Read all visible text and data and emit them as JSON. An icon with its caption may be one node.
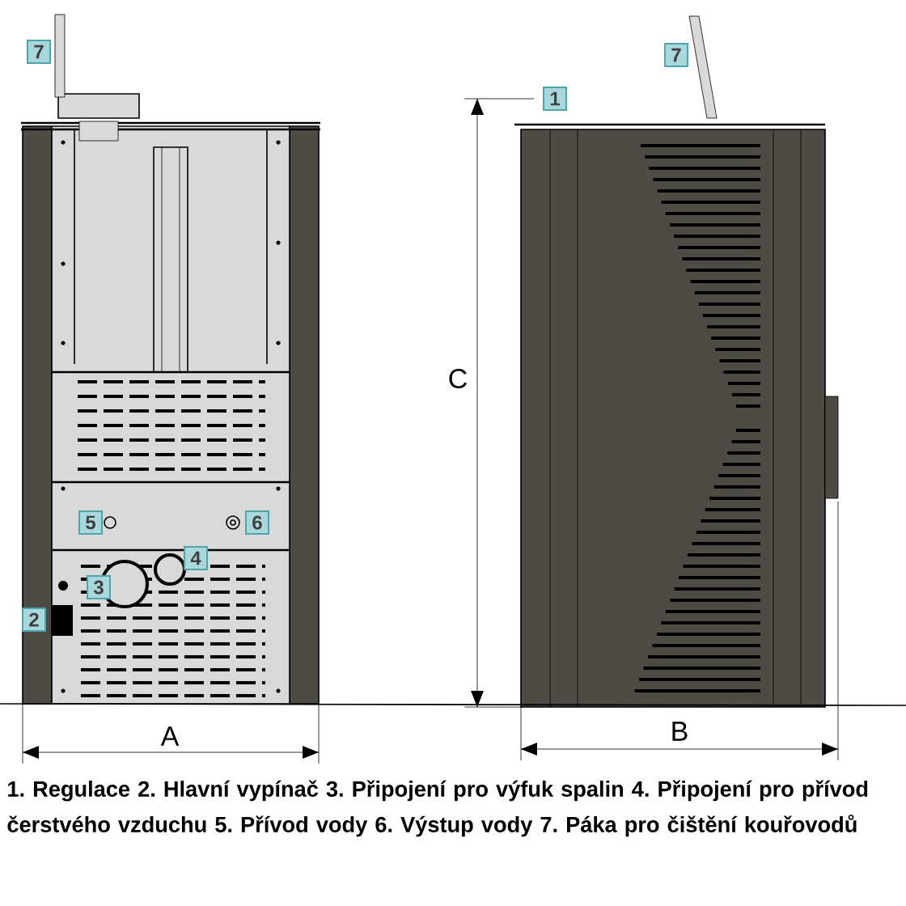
{
  "diagram": {
    "caption": "1. Regulace 2. Hlavní vypínač  3. Připojení pro výfuk spalin  4. Připojení pro přívod čerstvého vzduchu 5. Přívod vody 6. Výstup vody 7. Páka pro čištění kouřovodů",
    "labels": [
      "7",
      "7",
      "1",
      "C",
      "5",
      "6",
      "4",
      "3",
      "2",
      "A",
      "B"
    ]
  }
}
